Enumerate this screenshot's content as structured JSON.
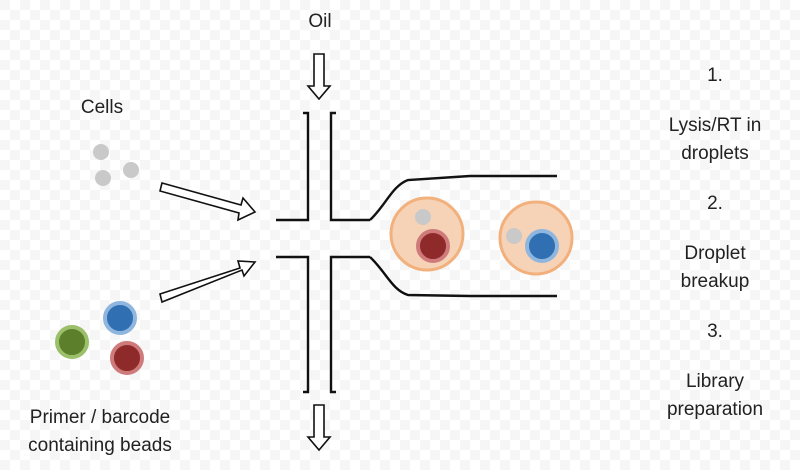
{
  "labels": {
    "oil": "Oil",
    "cells": "Cells",
    "beads_line1": "Primer / barcode",
    "beads_line2": "containing beads"
  },
  "steps": [
    {
      "number": "1.",
      "text_lines": [
        "Lysis/RT in",
        "droplets"
      ]
    },
    {
      "number": "2.",
      "text_lines": [
        "Droplet",
        "breakup"
      ]
    },
    {
      "number": "3.",
      "text_lines": [
        "Library",
        "preparation"
      ]
    }
  ],
  "colors": {
    "cell": "#c9c9c9",
    "bead_blue": "#2f6fb2",
    "bead_red": "#8e2a2a",
    "bead_green": "#5b7f2a",
    "droplet_fill": "#f6d3b6",
    "droplet_stroke": "#f2b07d",
    "channel_stroke": "#111111"
  },
  "icons": {
    "oil_inlet": "hollow-arrow-down-icon",
    "cells_inlet": "hollow-arrow-right-icon",
    "beads_inlet": "hollow-arrow-right-icon",
    "outlet": "hollow-arrow-down-icon"
  }
}
